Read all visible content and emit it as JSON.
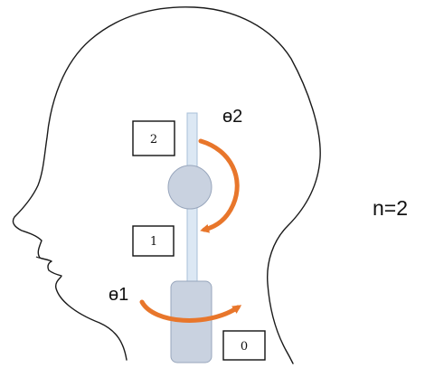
{
  "labels": {
    "joint_top": "2",
    "joint_middle": "1",
    "joint_base": "0",
    "theta2": "ɵ2",
    "theta1": "ɵ1",
    "n_count": "n=2"
  },
  "colors": {
    "head_outline": "#1a1a1a",
    "rod": "#dce8f4",
    "rod_stroke": "#a9c0d8",
    "joint": "#c9d2e0",
    "joint_stroke": "#98a6bc",
    "arrow": "#e8762b"
  }
}
